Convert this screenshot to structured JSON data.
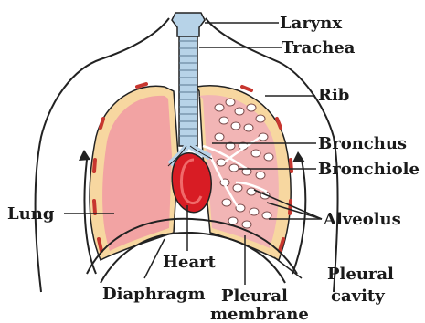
{
  "diagram": {
    "labels": {
      "larynx": "Larynx",
      "trachea": "Trachea",
      "rib": "Rib",
      "bronchus": "Bronchus",
      "bronchiole": "Bronchiole",
      "lung": "Lung",
      "alveolus": "Alveolus",
      "heart": "Heart",
      "diaphragm": "Diaphragm",
      "pleural_membrane_line1": "Pleural",
      "pleural_membrane_line2": "membrane",
      "pleural_cavity_line1": "Pleural",
      "pleural_cavity_line2": "cavity"
    },
    "colors": {
      "lung_fill": "#f2a3a3",
      "lung_outer": "#f7d7a0",
      "heart": "#d81c24",
      "trachea": "#b7d3e8",
      "outline": "#222222"
    }
  }
}
